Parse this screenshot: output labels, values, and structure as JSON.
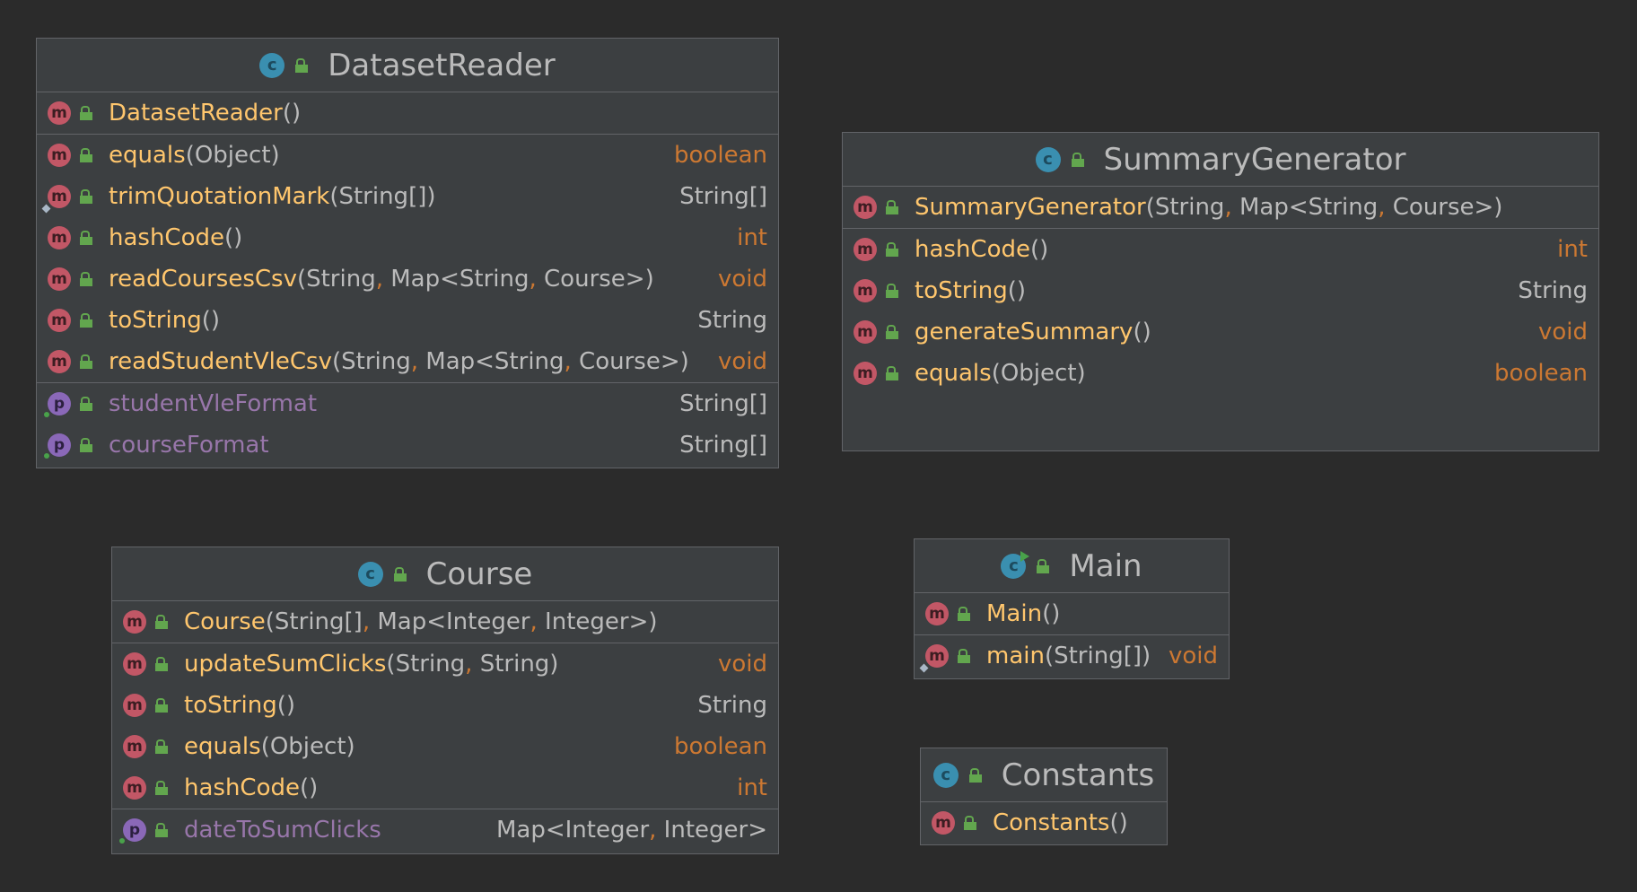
{
  "classes": [
    {
      "id": "dataset-reader",
      "name": "DatasetReader",
      "sections": [
        [
          {
            "kind": "m",
            "name": "DatasetReader",
            "params": "()",
            "ret": "",
            "static": false
          }
        ],
        [
          {
            "kind": "m",
            "name": "equals",
            "params": "(Object)",
            "ret": "boolean",
            "static": false
          },
          {
            "kind": "m",
            "name": "trimQuotationMark",
            "params": "(String[])",
            "ret": "String[]",
            "static": true
          },
          {
            "kind": "m",
            "name": "hashCode",
            "params": "()",
            "ret": "int",
            "static": false
          },
          {
            "kind": "m",
            "name": "readCoursesCsv",
            "params": "(String, Map<String, Course>)",
            "ret": "void",
            "static": false
          },
          {
            "kind": "m",
            "name": "toString",
            "params": "()",
            "ret": "String",
            "static": false
          },
          {
            "kind": "m",
            "name": "readStudentVleCsv",
            "params": "(String, Map<String, Course>)",
            "ret": "void",
            "static": false
          }
        ],
        [
          {
            "kind": "p",
            "name": "studentVleFormat",
            "params": "",
            "ret": "String[]",
            "static": false
          },
          {
            "kind": "p",
            "name": "courseFormat",
            "params": "",
            "ret": "String[]",
            "static": false
          }
        ]
      ]
    },
    {
      "id": "summary-generator",
      "name": "SummaryGenerator",
      "sections": [
        [
          {
            "kind": "m",
            "name": "SummaryGenerator",
            "params": "(String, Map<String, Course>)",
            "ret": "",
            "static": false
          }
        ],
        [
          {
            "kind": "m",
            "name": "hashCode",
            "params": "()",
            "ret": "int",
            "static": false
          },
          {
            "kind": "m",
            "name": "toString",
            "params": "()",
            "ret": "String",
            "static": false
          },
          {
            "kind": "m",
            "name": "generateSummary",
            "params": "()",
            "ret": "void",
            "static": false
          },
          {
            "kind": "m",
            "name": "equals",
            "params": "(Object)",
            "ret": "boolean",
            "static": false
          }
        ]
      ]
    },
    {
      "id": "course",
      "name": "Course",
      "sections": [
        [
          {
            "kind": "m",
            "name": "Course",
            "params": "(String[], Map<Integer, Integer>)",
            "ret": "",
            "static": false
          }
        ],
        [
          {
            "kind": "m",
            "name": "updateSumClicks",
            "params": "(String, String)",
            "ret": "void",
            "static": false
          },
          {
            "kind": "m",
            "name": "toString",
            "params": "()",
            "ret": "String",
            "static": false
          },
          {
            "kind": "m",
            "name": "equals",
            "params": "(Object)",
            "ret": "boolean",
            "static": false
          },
          {
            "kind": "m",
            "name": "hashCode",
            "params": "()",
            "ret": "int",
            "static": false
          }
        ],
        [
          {
            "kind": "p",
            "name": "dateToSumClicks",
            "params": "",
            "ret": "Map<Integer, Integer>",
            "static": false
          }
        ]
      ]
    },
    {
      "id": "main",
      "name": "Main",
      "main": true,
      "sections": [
        [
          {
            "kind": "m",
            "name": "Main",
            "params": "()",
            "ret": "",
            "static": false
          }
        ],
        [
          {
            "kind": "m",
            "name": "main",
            "params": "(String[])",
            "ret": "void",
            "static": true
          }
        ]
      ]
    },
    {
      "id": "constants",
      "name": "Constants",
      "sections": [
        [
          {
            "kind": "m",
            "name": "Constants",
            "params": "()",
            "ret": "",
            "static": false
          }
        ]
      ]
    }
  ],
  "icons": {
    "class": "class-icon",
    "method": "method-icon",
    "property": "property-icon",
    "public": "lock-icon"
  },
  "colors": {
    "background": "#2b2b2b",
    "panel": "#3c3f41",
    "method_name": "#ffc66d",
    "property_name": "#9876aa",
    "keyword": "#cc7832",
    "text": "#bbbbbb"
  }
}
